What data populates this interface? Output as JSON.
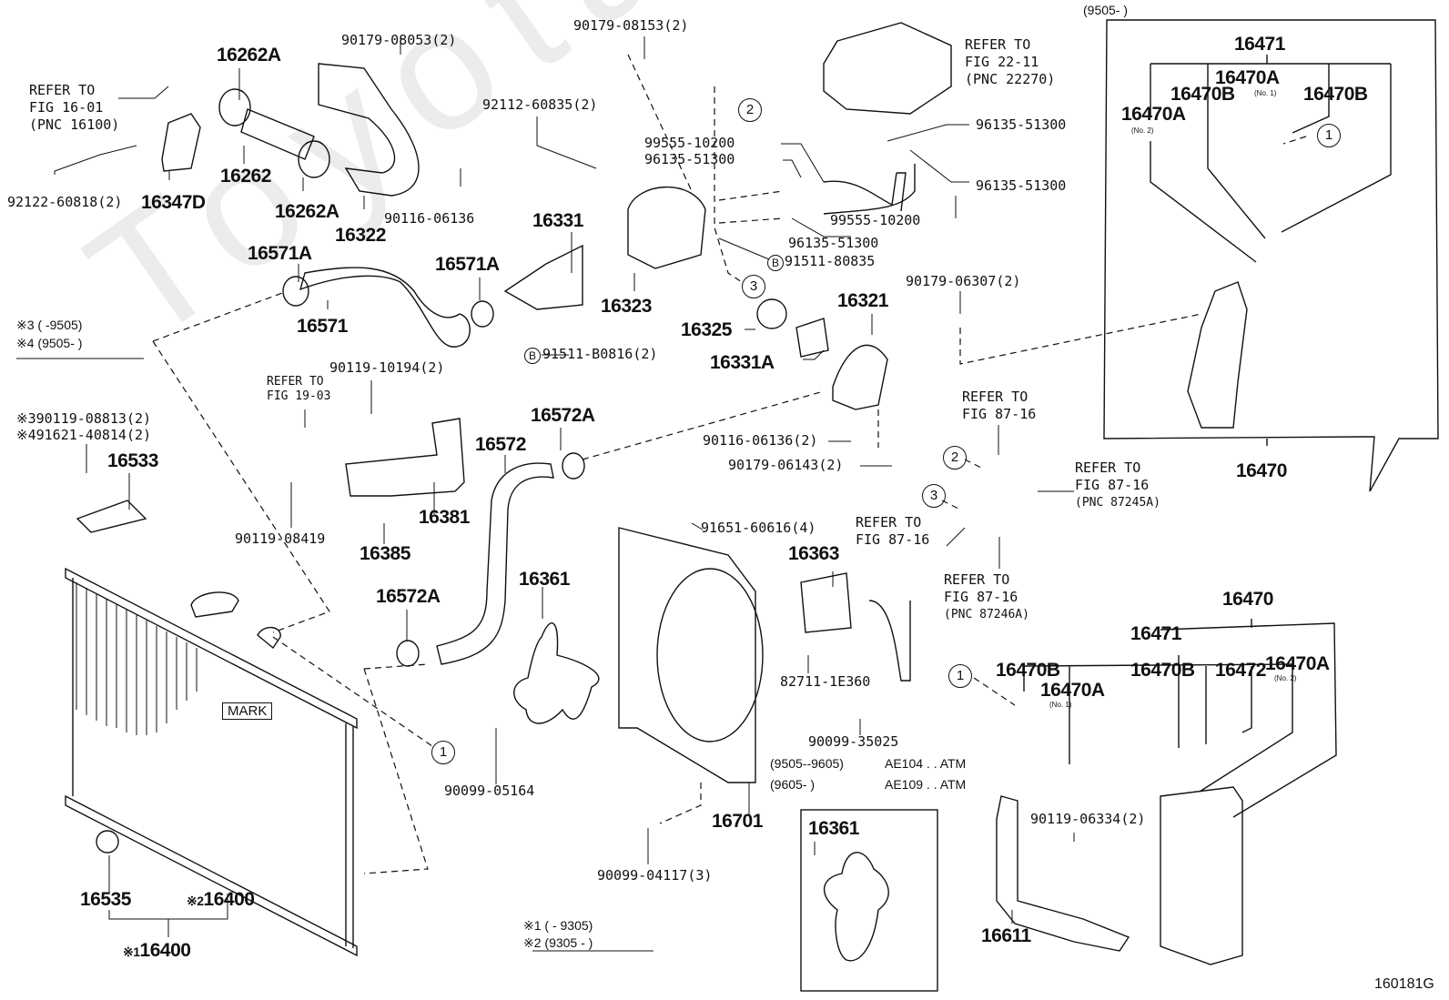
{
  "diagram": {
    "figure_id": "160181G",
    "watermark": "ToyotaCarMiner.ru",
    "parts": {
      "p16262A_top": "16262A",
      "p90179_08053": "90179-08053(2)",
      "p16262": "16262",
      "p16262A_bot": "16262A",
      "p16347D": "16347D",
      "p92122_60818": "92122-60818(2)",
      "p16322": "16322",
      "p90116_06136_top": "90116-06136",
      "p16571A_left": "16571A",
      "p16571": "16571",
      "p16571A_right": "16571A",
      "p16331": "16331",
      "p90179_08153": "90179-08153(2)",
      "p92112_60835": "92112-60835(2)",
      "p99555_10200_a": "99555-10200",
      "p96135_51300_a": "96135-51300",
      "p96135_51300_b": "96135-51300",
      "p96135_51300_c": "96135-51300",
      "p99555_10200_b": "99555-10200",
      "p96135_51300_d": "96135-51300",
      "p91511_80835": "91511-80835",
      "p16323": "16323",
      "p16325": "16325",
      "p16331A": "16331A",
      "p16321": "16321",
      "p90179_06307": "90179-06307(2)",
      "p91511_B0816": "91511-B0816(2)",
      "p90119_10194": "90119-10194(2)",
      "p16572A_top": "16572A",
      "p16572": "16572",
      "p90116_06136_mid": "90116-06136(2)",
      "p90179_06143": "90179-06143(2)",
      "p90119_08813": "90119-08813(2)",
      "p91621_40814": "91621-40814(2)",
      "p16533": "16533",
      "p90119_08419": "90119-08419",
      "p16381": "16381",
      "p16385": "16385",
      "p91651_60616": "91651-60616(4)",
      "p16363": "16363",
      "p16361": "16361",
      "p16572A_bot": "16572A",
      "p82711_1E360": "82711-1E360",
      "p90099_35025": "90099-35025",
      "p90099_05164": "90099-05164",
      "p16701": "16701",
      "p90099_04117": "90099-04117(3)",
      "p16535": "16535",
      "p16400_2": "16400",
      "p16400_1": "16400",
      "p16361_inset": "16361",
      "p16611": "16611",
      "p90119_06334": "90119-06334(2)",
      "inset_16471": "16471",
      "inset_16470A_no1": "16470A",
      "inset_16470B_l": "16470B",
      "inset_16470B_r": "16470B",
      "inset_16470A_no2": "16470A",
      "inset_16470": "16470",
      "br_16470": "16470",
      "br_16471": "16471",
      "br_16470B_l": "16470B",
      "br_16470A_no1": "16470A",
      "br_16470B_m": "16470B",
      "br_16472": "16472",
      "br_16470A_no2": "16470A"
    },
    "sublabels": {
      "no1": "(No. 1)",
      "no2": "(No. 2)"
    },
    "references": {
      "fig16_01": [
        "REFER TO",
        "FIG 16-01",
        "(PNC 16100)"
      ],
      "fig22_11": [
        "REFER TO",
        "FIG 22-11",
        "(PNC 22270)"
      ],
      "fig19_03": [
        "REFER TO",
        "FIG 19-03"
      ],
      "fig87_16_a": [
        "REFER TO",
        "FIG 87-16"
      ],
      "fig87_16_b": [
        "REFER TO",
        "FIG 87-16",
        "(PNC 87245A)"
      ],
      "fig87_16_c": [
        "REFER TO",
        "FIG 87-16"
      ],
      "fig87_16_d": [
        "REFER TO",
        "FIG 87-16",
        "(PNC 87246A)"
      ]
    },
    "notes": {
      "note3": "※3 (       -9505)",
      "note4": "※4 (9505-       )",
      "note3_prefix": "※3",
      "note4_prefix": "※4",
      "note1": "※1 (       - 9305)",
      "note2": "※2 (9305 -      )",
      "note16400_1_prefix": "※1",
      "note16400_2_prefix": "※2",
      "inset_range": "(9505-       )",
      "atm1_range": "(9505--9605)",
      "atm1_model": "AE104 . . ATM",
      "atm2_range": "(9605-       )",
      "atm2_model": "AE109 . . ATM",
      "mark": "MARK"
    },
    "callouts": {
      "c1": "1",
      "c2": "2",
      "c3": "3",
      "b": "B"
    }
  }
}
